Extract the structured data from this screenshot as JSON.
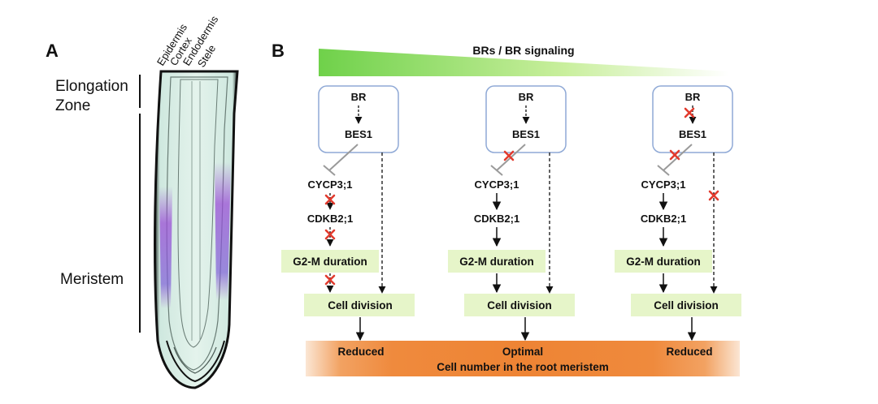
{
  "panel_a": {
    "letter": "A",
    "layers": [
      "Epidermis",
      "Cortex",
      "Endodermis",
      "Stele"
    ],
    "zones": {
      "elongation_line1": "Elongation",
      "elongation_line2": "Zone",
      "meristem": "Meristem"
    }
  },
  "panel_b": {
    "letter": "B",
    "gradient_title": "BRs / BR signaling",
    "columns": [
      {
        "br": "BR",
        "bes1": "BES1",
        "cycp": "CYCP3;1",
        "cdkb": "CDKB2;1",
        "g2m": "G2-M duration",
        "cell_division": "Cell division",
        "outcome": "Reduced"
      },
      {
        "br": "BR",
        "bes1": "BES1",
        "cycp": "CYCP3;1",
        "cdkb": "CDKB2;1",
        "g2m": "G2-M duration",
        "cell_division": "Cell division",
        "outcome": "Optimal"
      },
      {
        "br": "BR",
        "bes1": "BES1",
        "cycp": "CYCP3;1",
        "cdkb": "CDKB2;1",
        "g2m": "G2-M duration",
        "cell_division": "Cell division",
        "outcome": "Reduced"
      }
    ],
    "band_caption": "Cell number in the root meristem",
    "colors": {
      "gradient_green": "#7ed957",
      "box_fill": "#e6f5c9",
      "box_border": "#8fa9d6",
      "band_orange": "#f08a3c",
      "block_x": "#e23b2e",
      "stain_purple": "#9b4fd6"
    }
  }
}
